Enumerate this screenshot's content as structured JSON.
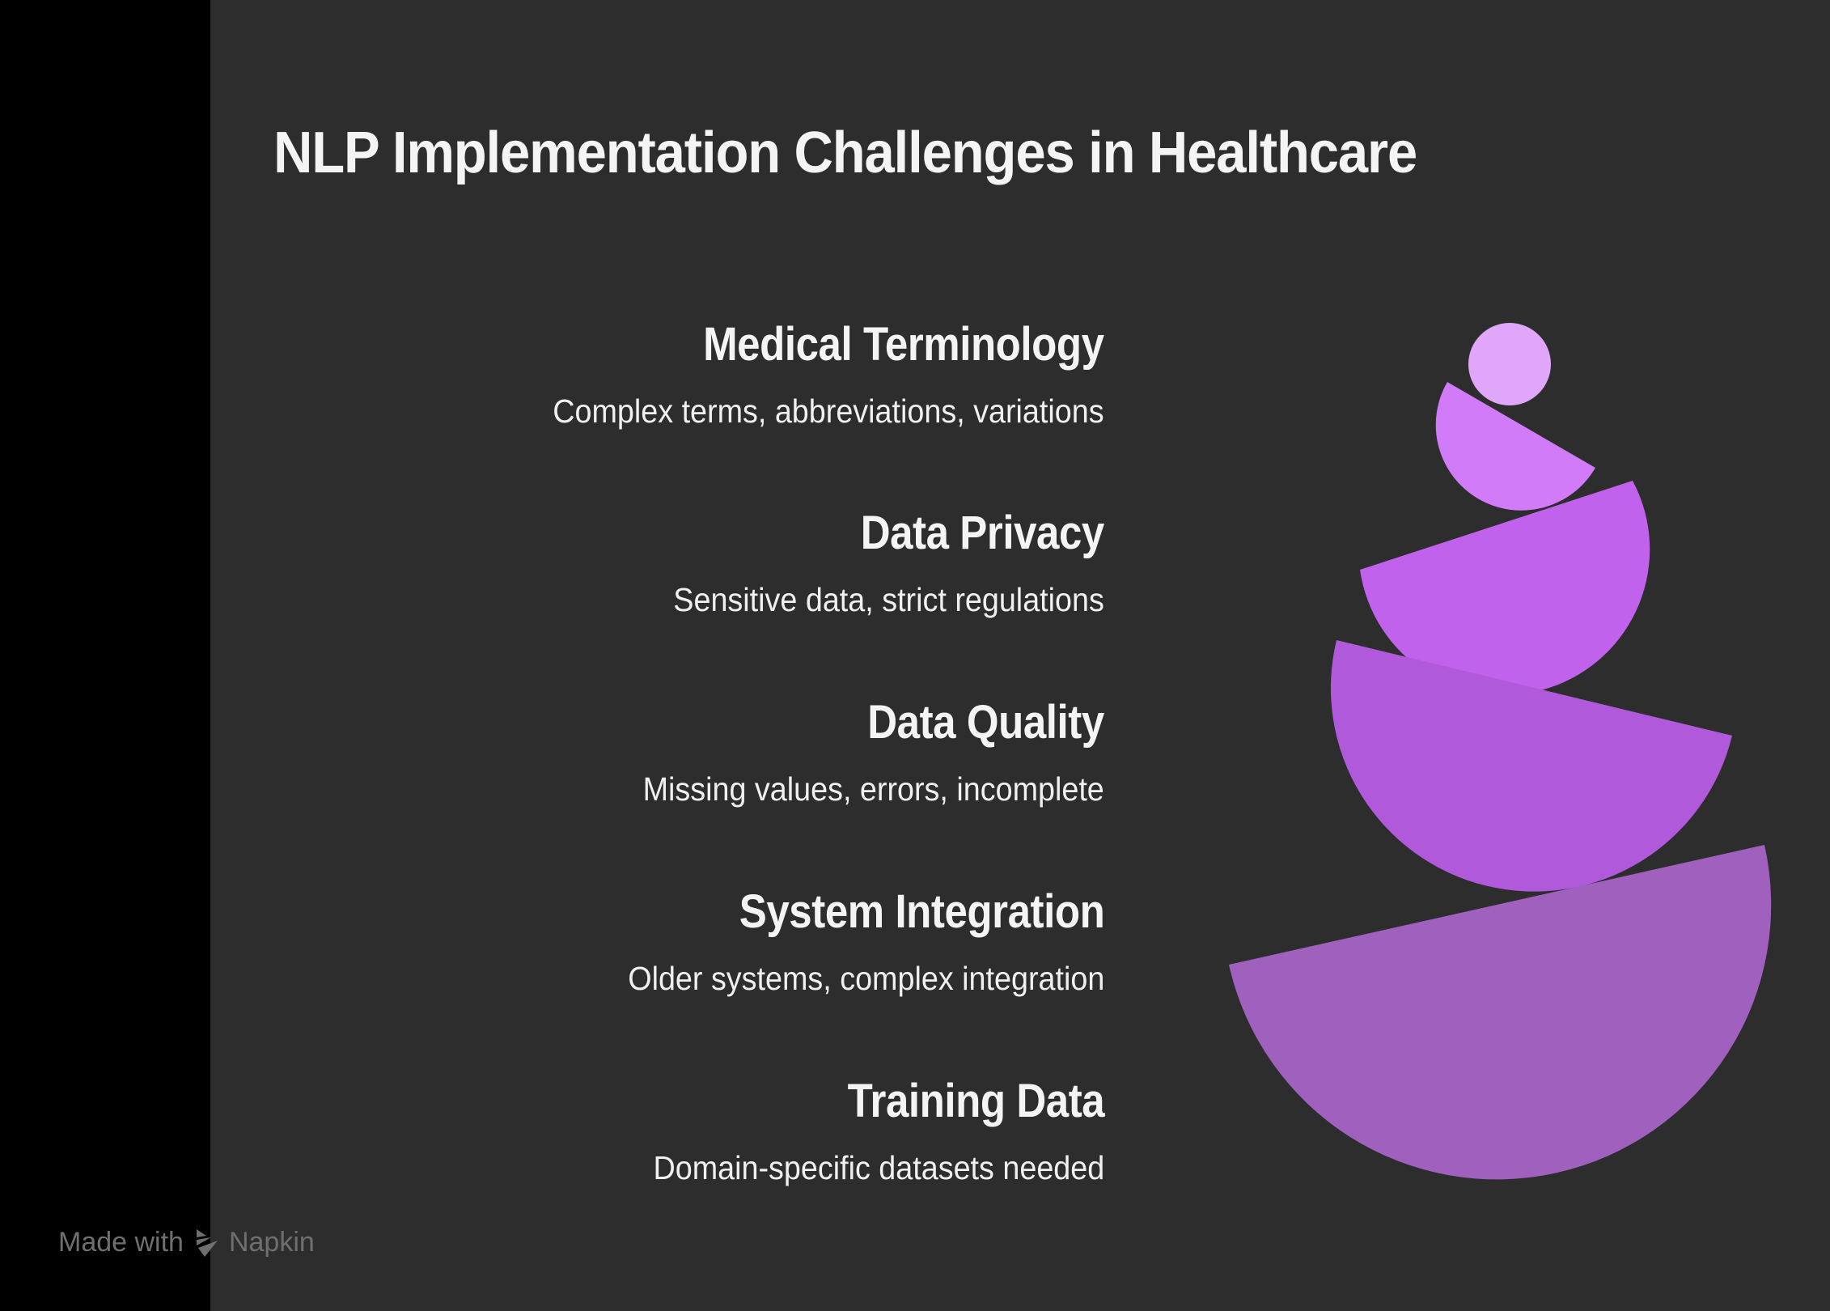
{
  "title": "NLP Implementation Challenges in Healthcare",
  "items": [
    {
      "title": "Medical Terminology",
      "description": "Complex terms, abbreviations, variations",
      "color": "#E0A6FA"
    },
    {
      "title": "Data Privacy",
      "description": "Sensitive data, strict regulations",
      "color": "#D17BF9"
    },
    {
      "title": "Data Quality",
      "description": "Missing values, errors, incomplete",
      "color": "#C062EB"
    },
    {
      "title": "System Integration",
      "description": "Older systems, complex integration",
      "color": "#B05ADB"
    },
    {
      "title": "Training Data",
      "description": "Domain-specific datasets needed",
      "color": "#A060BE"
    }
  ],
  "watermark": {
    "prefix": "Made with",
    "brand": "Napkin",
    "icon": "napkin-logo-icon"
  },
  "colors": {
    "background": "#2D2D2E",
    "sidebar": "#000000",
    "text": "#F4F4F4"
  }
}
